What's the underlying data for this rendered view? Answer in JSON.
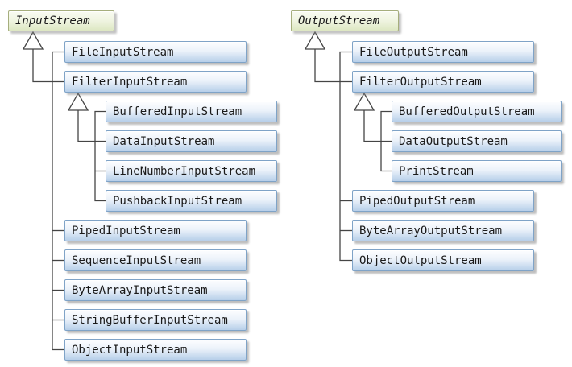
{
  "colors": {
    "abstract_border": "#a6ae7d",
    "abstract_fill_top": "#f9fbf2",
    "abstract_fill_bottom": "#dde7c2",
    "class_border": "#7fa3c7",
    "class_fill_top": "#fdfeff",
    "class_fill_bottom": "#b7cfe9",
    "connector": "#454545",
    "text": "#1a1a1a",
    "canvas": "#ffffff"
  },
  "input_tree": {
    "root": "InputStream",
    "children": [
      "FileInputStream",
      "FilterInputStream",
      "PipedInputStream",
      "SequenceInputStream",
      "ByteArrayInputStream",
      "StringBufferInputStream",
      "ObjectInputStream"
    ],
    "filter_children": [
      "BufferedInputStream",
      "DataInputStream",
      "LineNumberInputStream",
      "PushbackInputStream"
    ]
  },
  "output_tree": {
    "root": "OutputStream",
    "children": [
      "FileOutputStream",
      "FilterOutputStream",
      "PipedOutputStream",
      "ByteArrayOutputStream",
      "ObjectOutputStream"
    ],
    "filter_children": [
      "BufferedOutputStream",
      "DataOutputStream",
      "PrintStream"
    ]
  }
}
